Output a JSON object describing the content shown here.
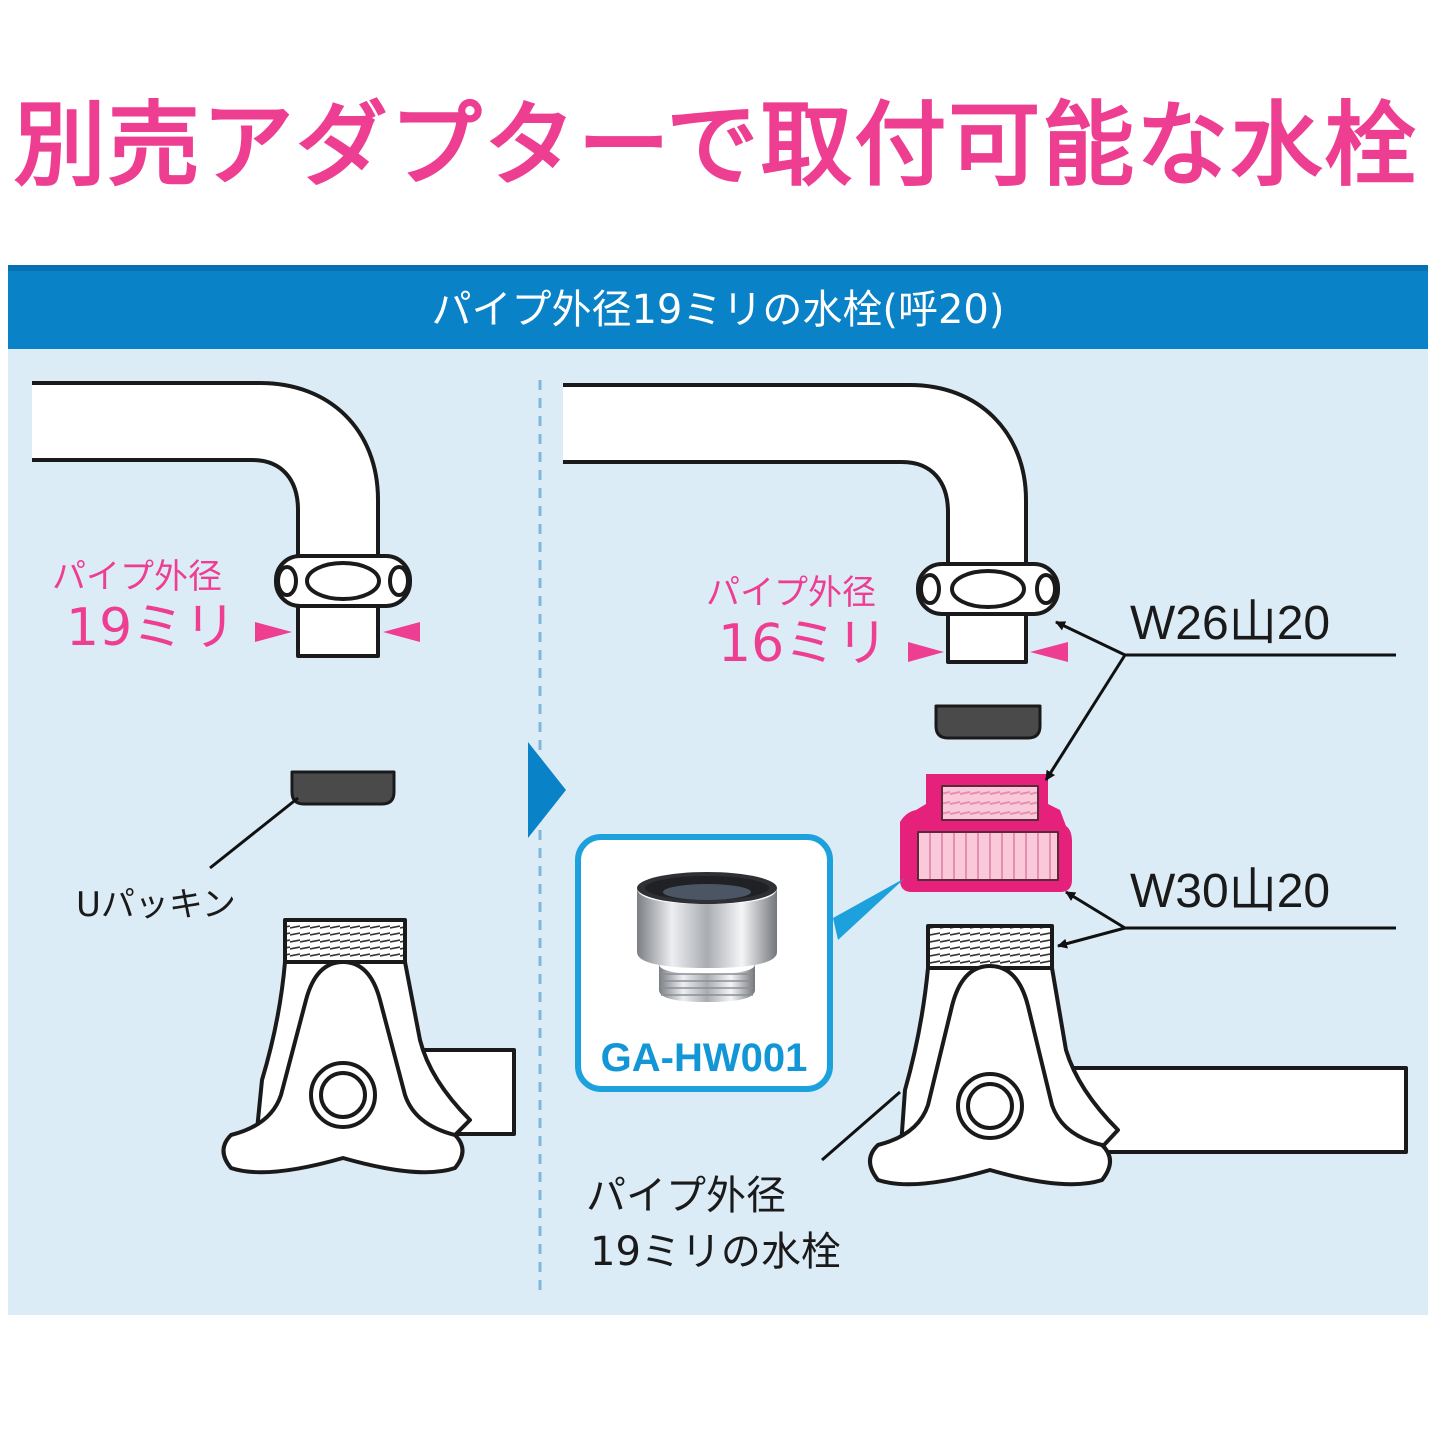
{
  "title": "別売アダプターで取付可能な水栓",
  "header": "パイプ外径19ミリの水栓(呼20)",
  "left": {
    "pipe_label_top": "パイプ外径",
    "pipe_label_size": "19ミリ",
    "packing_label": "Uパッキン"
  },
  "right": {
    "pipe_label_top": "パイプ外径",
    "pipe_label_size": "16ミリ",
    "thread_top": "W26山20",
    "thread_bottom": "W30山20",
    "faucet_label_line1": "パイプ外径",
    "faucet_label_line2": "19ミリの水栓"
  },
  "product": {
    "model": "GA-HW001"
  },
  "colors": {
    "accent_pink": "#ee3e91",
    "header_blue": "#0a82c7",
    "panel_bg": "#dcecf7"
  }
}
